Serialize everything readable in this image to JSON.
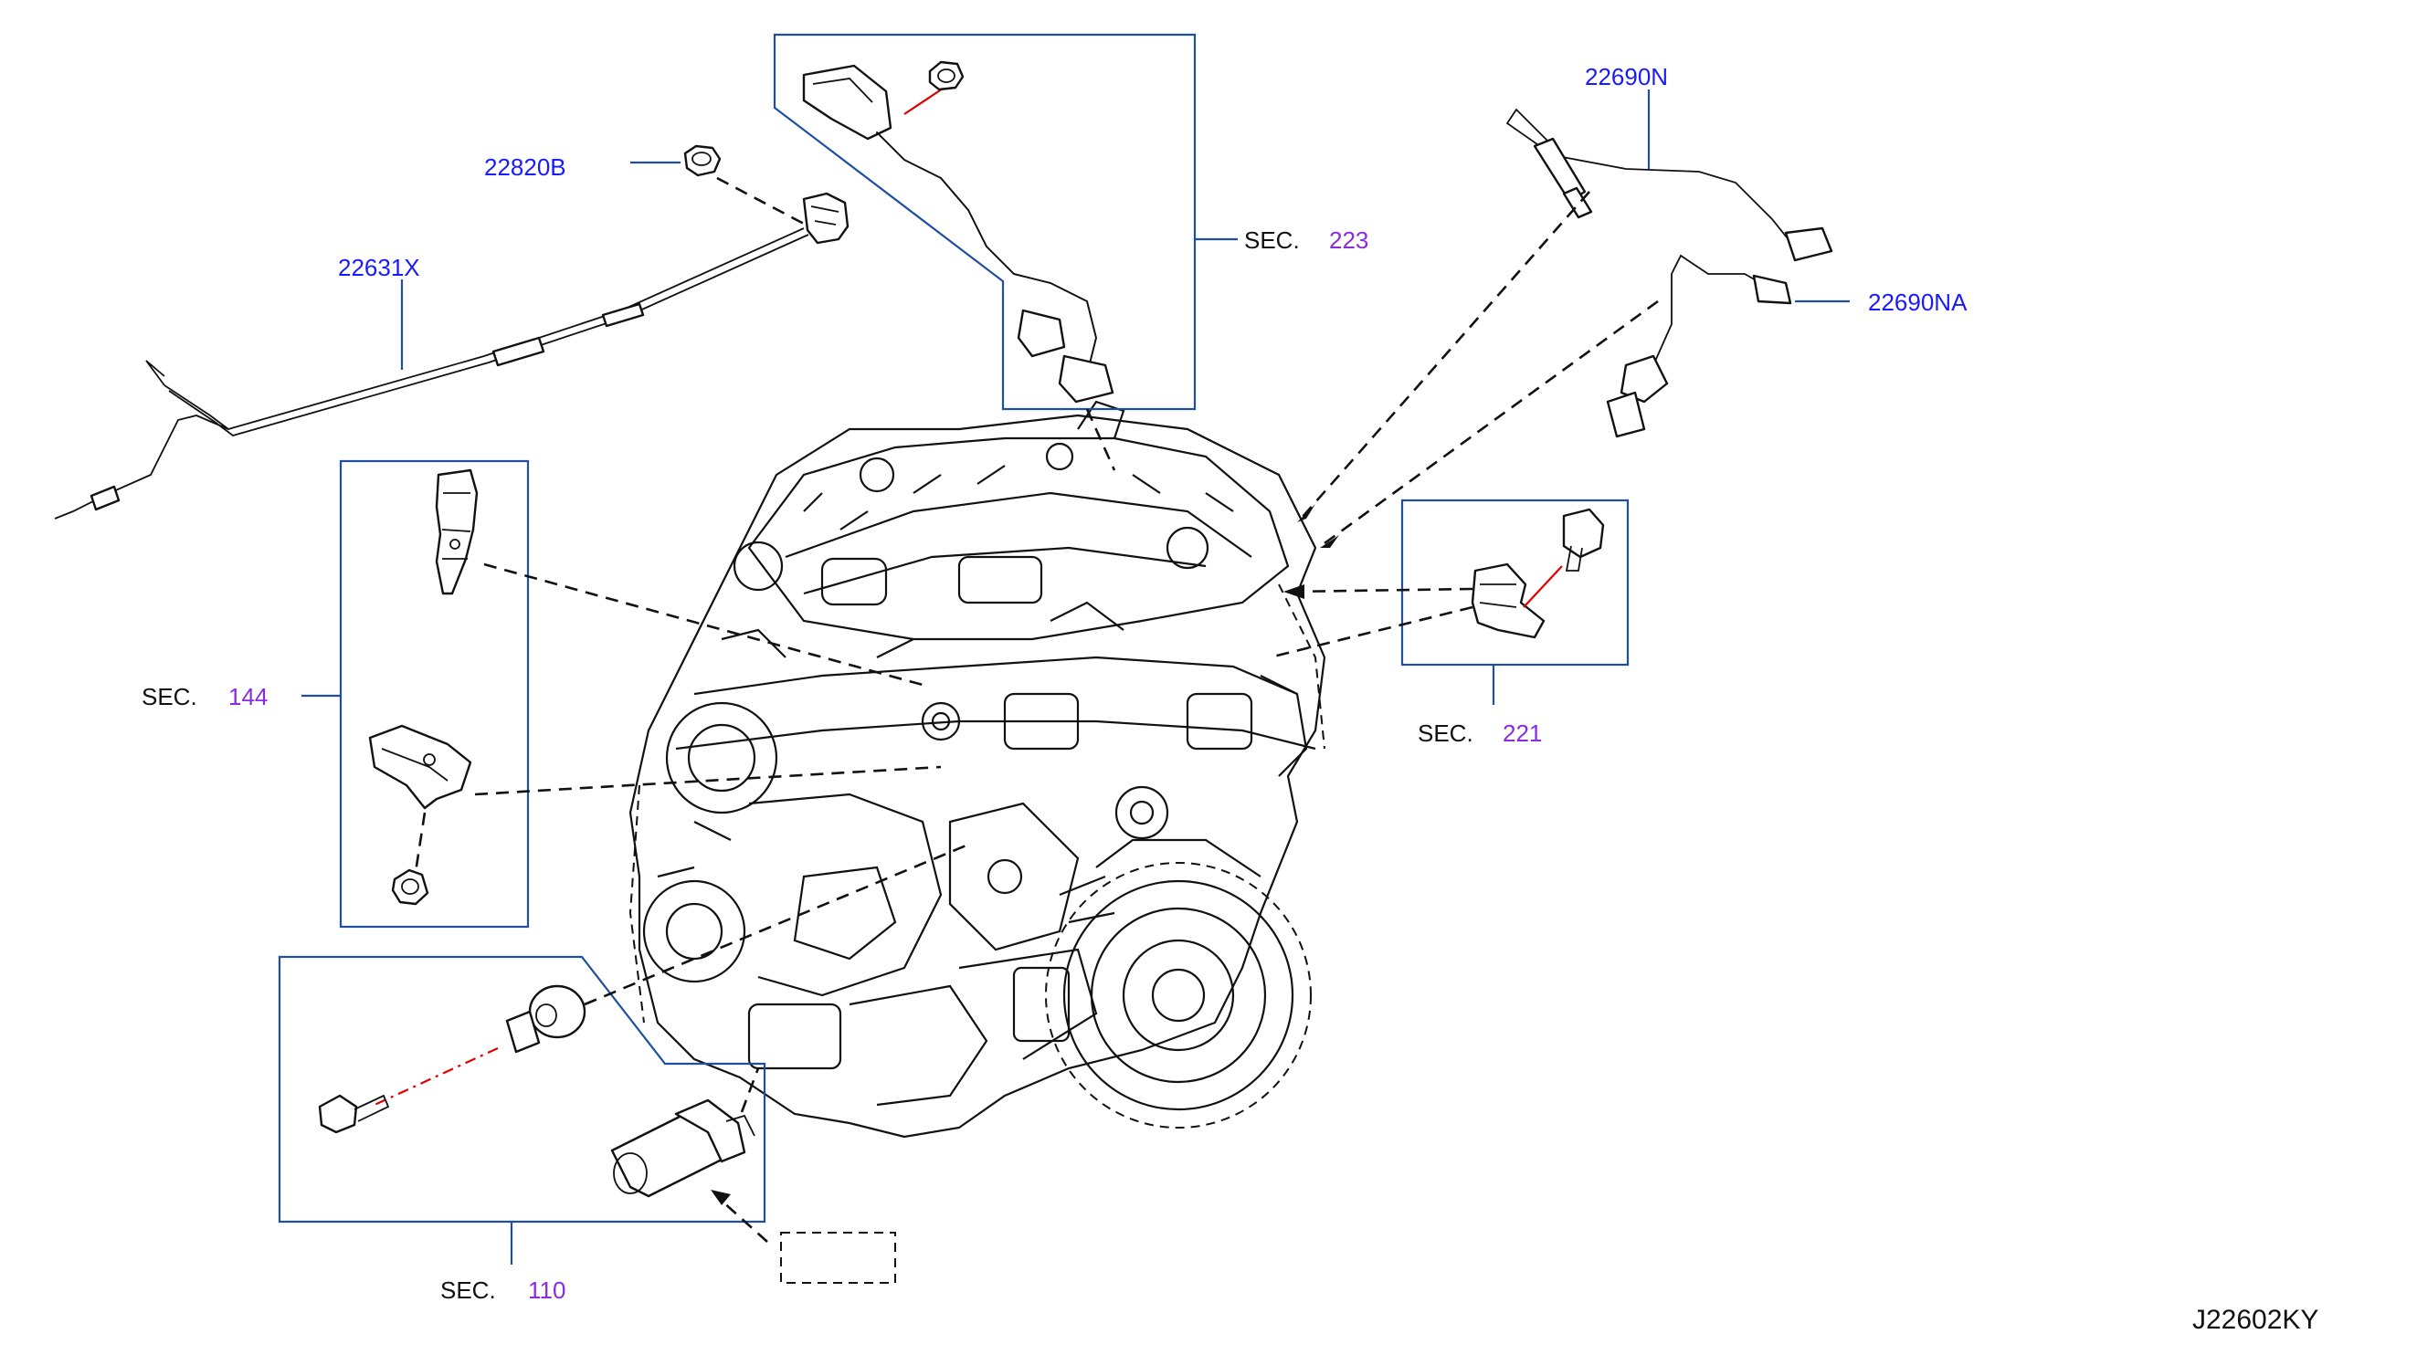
{
  "labels": {
    "part_22820B": "22820B",
    "part_22631X": "22631X",
    "part_22690N": "22690N",
    "part_22690NA": "22690NA"
  },
  "sections": {
    "sec_223": {
      "prefix": "SEC.",
      "number": "223"
    },
    "sec_144": {
      "prefix": "SEC.",
      "number": "144"
    },
    "sec_221": {
      "prefix": "SEC.",
      "number": "221"
    },
    "sec_110": {
      "prefix": "SEC.",
      "number": "110"
    }
  },
  "diagram_id": "J22602KY",
  "colors": {
    "part_number_text": "#1a1aff",
    "section_number_text": "#8a2be2",
    "callout_box": "#1f4fa0",
    "fastener_line": "#e00000"
  }
}
